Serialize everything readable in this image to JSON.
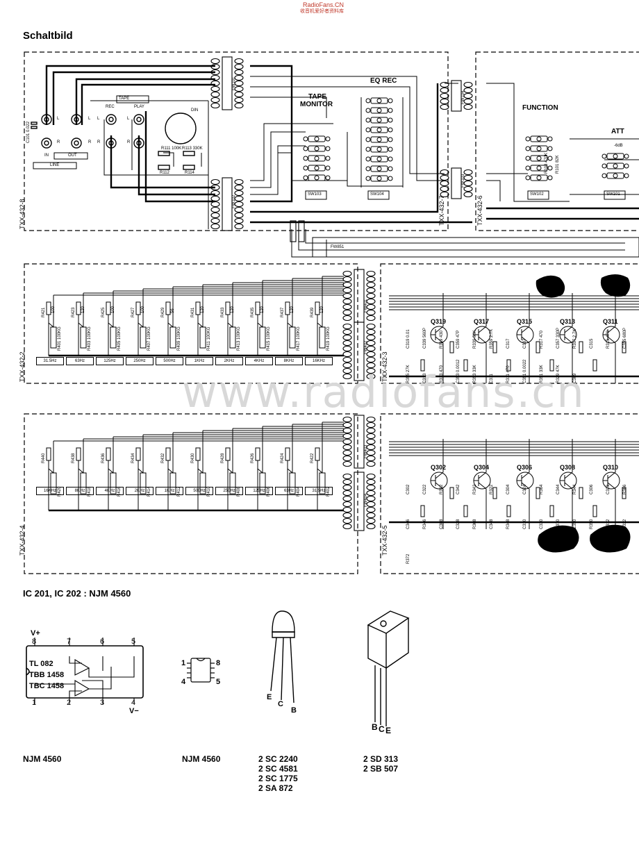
{
  "watermark": {
    "line1": "RadioFans.CN",
    "line2": "收音机爱好者资料库",
    "big": "www.radiofans.cn"
  },
  "header": {
    "title": "Schaltbild"
  },
  "labels": {
    "tape": "TAPE",
    "rec": "REC",
    "play": "PLAY",
    "din": "DIN",
    "line": "LINE",
    "in": "IN",
    "out": "OUT",
    "l": "L",
    "r": "R",
    "c101": "C101 0.022",
    "r111": "R111 100K",
    "r113": "R113 330K",
    "r112": "R112",
    "r114": "R114",
    "tape_monitor_1": "TAPE",
    "tape_monitor_2": "MONITOR",
    "eq_rec": "EQ REC",
    "function": "FUNCTION",
    "att": "ATT",
    "att_db": "-6dB",
    "sw103": "SW103",
    "sw104": "SW104",
    "sw102": "SW102",
    "sw101": "SW101",
    "fw101": "FW101",
    "fw102": "FW102",
    "fw104": "FW104",
    "fw103": "FW103",
    "fw851": "FW851",
    "fw401": "FW401",
    "fw402": "FW402",
    "fw403": "FW403",
    "fw404": "FW404",
    "txx_8": "TXX-432-8",
    "txx_7": "TXX-432-7",
    "txx_6": "TXX-432-6",
    "txx_2": "TXX-432-2",
    "txx_3": "TXX-432-3",
    "txx_4": "TXX-432-4",
    "txx_5": "TXX-432-5",
    "r103": "R103 470K",
    "r101": "R101 82K"
  },
  "upper_eq": {
    "resistors_top": [
      "R421",
      "R423",
      "R425",
      "R427",
      "R429",
      "R431",
      "R433",
      "R435",
      "R437",
      "R439"
    ],
    "values_top": [
      "100",
      "120",
      "100",
      "100",
      "56",
      "120",
      "120",
      "120",
      "120",
      "120"
    ],
    "pots": [
      "R401 100KG",
      "R403 100KG",
      "R405 100KG",
      "R407 100KG",
      "R409 100KG",
      "R411 100KG",
      "R413 100KG",
      "R415 100KG",
      "R417 100KG",
      "R419 100KG"
    ],
    "bands": [
      "31.5Hz",
      "63Hz",
      "125Hz",
      "250Hz",
      "500Hz",
      "1KHz",
      "2KHz",
      "4KHz",
      "8KHz",
      "16KHz"
    ],
    "transistors": [
      "Q319",
      "Q317",
      "Q315",
      "Q313",
      "Q311"
    ],
    "components": [
      "C319 0.01",
      "C339 560P",
      "R319 430",
      "C359 47P",
      "R339 56K",
      "R359 2.7K",
      "C317",
      "C337",
      "R317 470",
      "C357 330P",
      "R357 2.7K",
      "C315",
      "R315 470",
      "C355 680P",
      "R355 27K",
      "C313",
      "R313 470",
      "C353 0.0012",
      "R353 33K",
      "C311",
      "R311 470",
      "C351 0.0022",
      "R351 33K",
      "R329 47K",
      "C309"
    ]
  },
  "lower_eq": {
    "resistors_top": [
      "R440",
      "R438",
      "R436",
      "R434",
      "R432",
      "R430",
      "R428",
      "R426",
      "R424",
      "R422"
    ],
    "pots": [
      "R420",
      "R418",
      "R416",
      "R414",
      "R412",
      "R410",
      "R408",
      "R406",
      "R404",
      "R402"
    ],
    "bands": [
      "16KHz",
      "8KHz",
      "4KHz",
      "2KHz",
      "1KHz",
      "500Hz",
      "250Hz",
      "125Hz",
      "63Hz",
      "31.5Hz"
    ],
    "transistors": [
      "Q302",
      "Q304",
      "Q306",
      "Q308",
      "Q310"
    ],
    "components": [
      "C302",
      "C322",
      "R362",
      "C342",
      "R342",
      "R322",
      "C304",
      "C324",
      "R364",
      "C344",
      "R344",
      "C306",
      "C326",
      "R366",
      "C346",
      "R346",
      "C308",
      "C328",
      "R368",
      "C348",
      "R348",
      "C310",
      "C330",
      "R370",
      "C350",
      "R350",
      "C312",
      "C332",
      "R372"
    ]
  },
  "ic_heading": "IC 201, IC 202 : NJM 4560",
  "ic_diagram": {
    "vplus": "V+",
    "vminus": "V−",
    "pins_top": [
      "8",
      "7",
      "6",
      "5"
    ],
    "pins_bottom": [
      "1",
      "2",
      "3",
      "4"
    ],
    "types": [
      "TL 082",
      "TBB 1458",
      "TBC 1458"
    ],
    "caption": "NJM 4560"
  },
  "dip": {
    "pins": [
      "1",
      "8",
      "4",
      "5"
    ],
    "caption": "NJM 4560"
  },
  "to92": {
    "leads": [
      "E",
      "C",
      "B"
    ],
    "parts": [
      "2 SC 2240",
      "2 SC 4581",
      "2 SC 1775",
      "2 SA 872"
    ]
  },
  "to220": {
    "leads": [
      "B",
      "C",
      "E"
    ],
    "parts": [
      "2 SD 313",
      "2 SB 507"
    ]
  }
}
